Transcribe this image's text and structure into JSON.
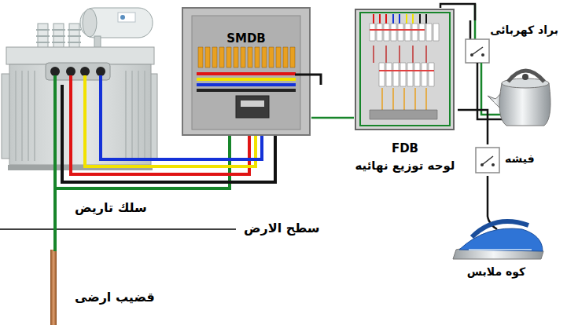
{
  "diagram": {
    "nodes": [
      {
        "text": [
          "SMDB"
        ]
      },
      {
        "text": [
          "FDB",
          "لوحه توزيع نهائيه"
        ]
      },
      {
        "text": [
          "براد كهربائى"
        ]
      },
      {
        "text": [
          "فيشه"
        ]
      },
      {
        "text": [
          "كوه ملابس"
        ]
      }
    ],
    "edges": [
      {
        "from": 0,
        "to": 1,
        "arrow": "none"
      },
      {
        "from": 1,
        "to": 2,
        "arrow": "none"
      },
      {
        "from": 1,
        "to": 3,
        "arrow": "none"
      },
      {
        "from": 3,
        "to": 4,
        "arrow": "none"
      }
    ],
    "labels": [
      "سلك تاريض",
      "سطح الارض",
      "قضيب ارضى"
    ]
  }
}
